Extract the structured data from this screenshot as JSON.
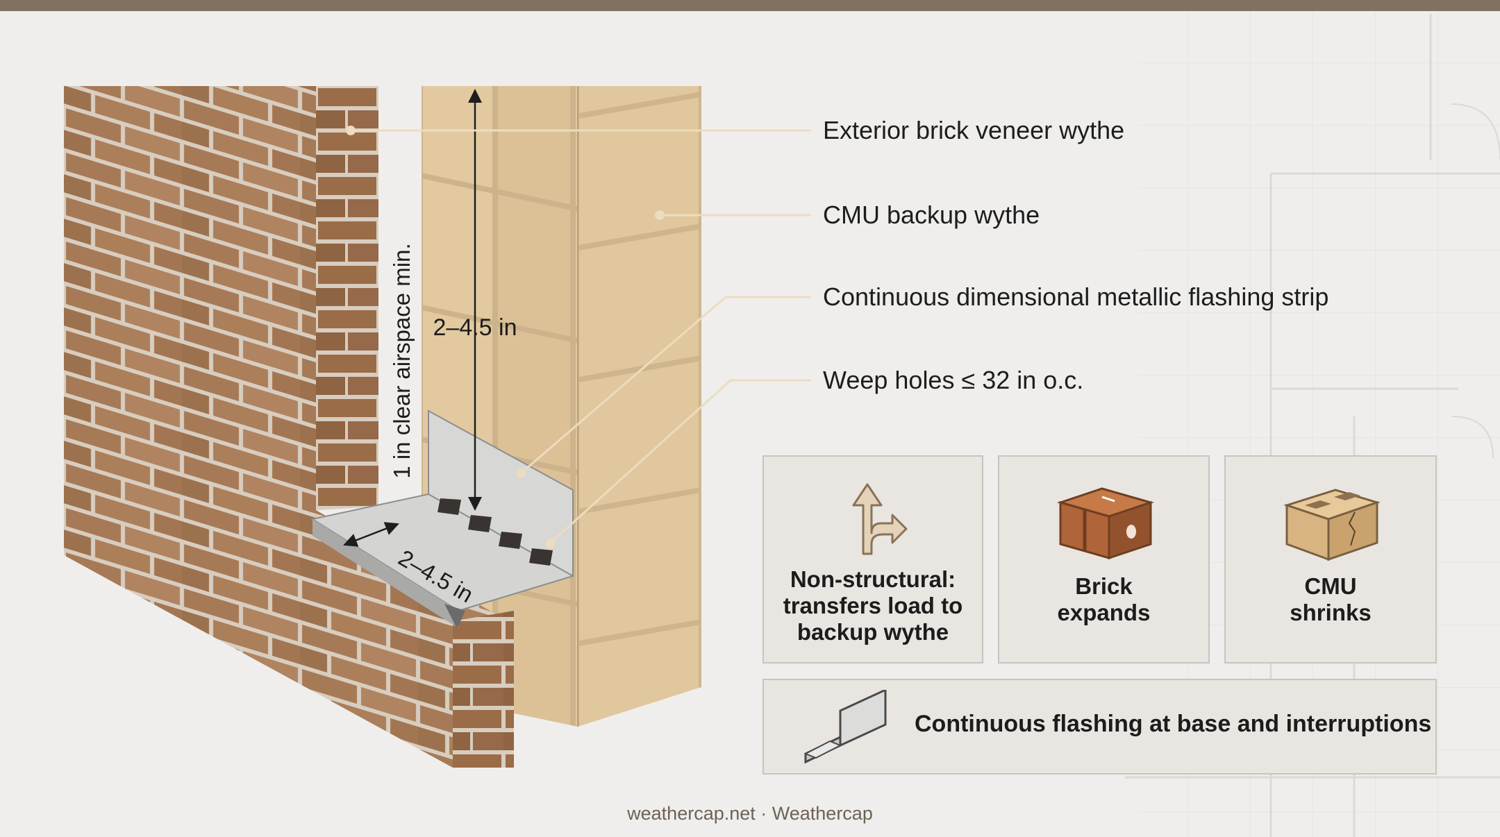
{
  "callouts": {
    "exterior": "Exterior brick veneer wythe",
    "cmu": "CMU backup wythe",
    "flashing": "Continuous dimensional metallic flashing strip",
    "weep": "Weep holes ≤ 32 in o.c."
  },
  "dimensions": {
    "airspace": "1 in clear airspace min.",
    "vertical_leg": "2–4.5 in",
    "horizontal_leg": "2–4.5 in"
  },
  "cards": {
    "nonstructural": [
      "Non-structural:",
      "transfers load to",
      "backup wythe"
    ],
    "brick": [
      "Brick",
      "expands"
    ],
    "cmu": [
      "CMU",
      "shrinks"
    ]
  },
  "wide_card": {
    "label": "Continuous flashing at base and interruptions"
  },
  "footer": "weathercap.net · Weathercap",
  "icons": [
    "arrow-split-icon",
    "brick-expands-icon",
    "cmu-block-icon",
    "flashing-strip-icon"
  ],
  "colors": {
    "top_bar": "#7f7260",
    "brick": "#a57a55",
    "cmu": "#dcc197",
    "flashing": "#d2d2d2",
    "leader": "#ecdcc0"
  }
}
